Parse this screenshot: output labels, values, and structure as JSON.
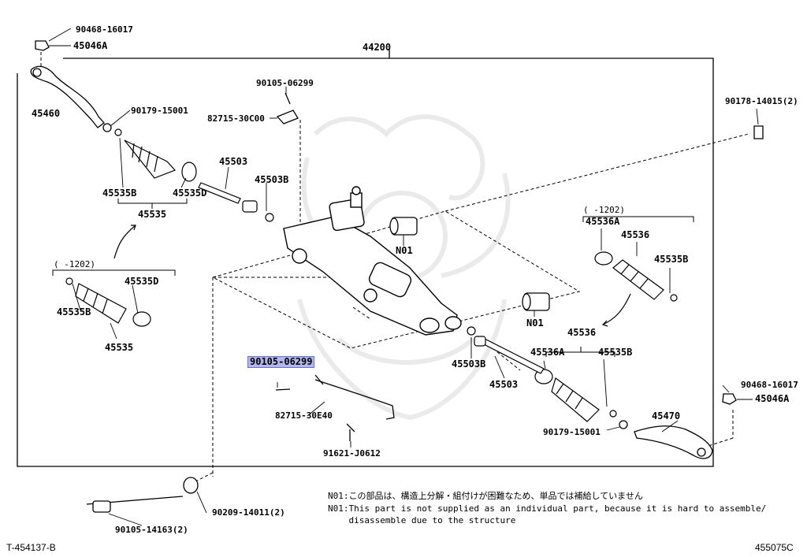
{
  "diagram": {
    "assembly_label": "44200",
    "labels": {
      "p90468_top": "90468-16017",
      "p45046a_top": "45046A",
      "p45460": "45460",
      "p90179_top": "90179-15001",
      "p90105_top": "90105-06299",
      "p82715_top": "82715-30C00",
      "p90178": "90178-14015(2)",
      "p45503_left": "45503",
      "p45503b_left": "45503B",
      "p45535b_a": "45535B",
      "p45535d_a": "45535D",
      "p45535_a": "45535",
      "range_left": "(     -1202)",
      "p45535b_b": "45535B",
      "p45535d_b": "45535D",
      "p45535_b": "45535",
      "n01_a": "N01",
      "n01_b": "N01",
      "range_right": "(     -1202)",
      "p45536a_a": "45536A",
      "p45536_a": "45536",
      "p45535b_c": "45535B",
      "p90105_hl": "90105-06299",
      "p82715_bottom": "82715-30E40",
      "p91621": "91621-J0612",
      "p45503b_right": "45503B",
      "p45503_right": "45503",
      "p45536_b": "45536",
      "p45536a_b": "45536A",
      "p45535b_d": "45535B",
      "p90179_bottom": "90179-15001",
      "p45470": "45470",
      "p90468_right": "90468-16017",
      "p45046a_right": "45046A",
      "p90209": "90209-14011(2)",
      "p90105_bolt": "90105-14163(2)"
    },
    "notes": [
      "N01:この部品は、構造上分解・組付けが困難なため、単品では補給していません",
      "N01:This part is not supplied as an individual part, because it is hard to assemble/",
      "    disassemble due to the structure"
    ],
    "footer_left": "T-454137-B",
    "footer_right": "455075C"
  }
}
